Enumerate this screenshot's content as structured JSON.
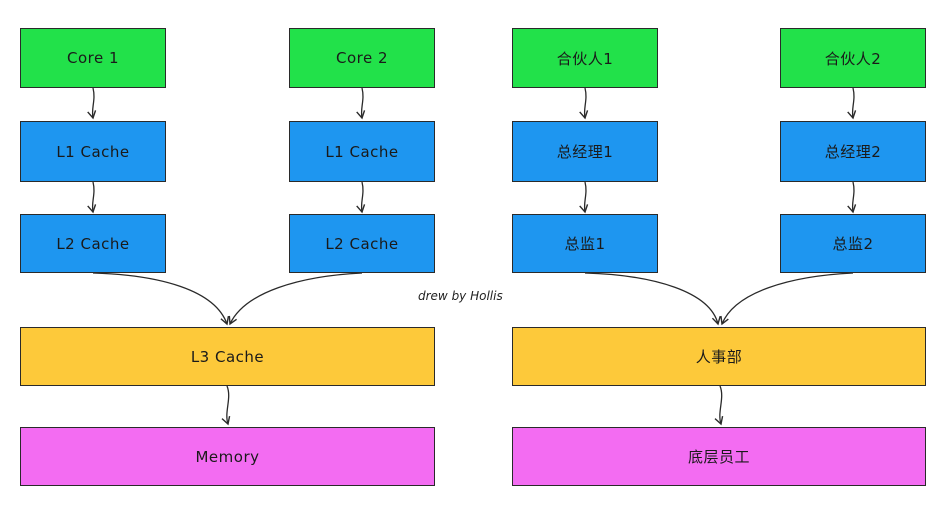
{
  "colors": {
    "core": "#22e14a",
    "cache": "#1e96f0",
    "shared": "#fdc93a",
    "bottom": "#f36cf2"
  },
  "left": {
    "core1": "Core 1",
    "core2": "Core 2",
    "l1_a": "L1 Cache",
    "l1_b": "L1 Cache",
    "l2_a": "L2 Cache",
    "l2_b": "L2 Cache",
    "l3": "L3 Cache",
    "memory": "Memory"
  },
  "right": {
    "partner1": "合伙人1",
    "partner2": "合伙人2",
    "gm1": "总经理1",
    "gm2": "总经理2",
    "director1": "总监1",
    "director2": "总监2",
    "hr": "人事部",
    "staff": "底层员工"
  },
  "credit": "drew by Hollis"
}
